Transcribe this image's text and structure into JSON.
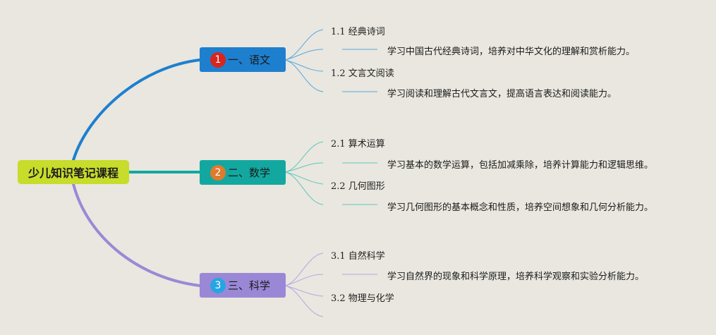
{
  "root": {
    "label": "少儿知识笔记课程",
    "color": "#c7dc2b"
  },
  "branches": [
    {
      "label": "一、语文",
      "number": "1",
      "box_color": "#1e7fcf",
      "badge_color": "#d7261e",
      "line_color": "#1e7fcf",
      "leaf_color": "#5aa7e0",
      "topics": [
        {
          "title": "1.1 经典诗词",
          "desc": "学习中国古代经典诗词，培养对中华文化的理解和赏析能力。"
        },
        {
          "title": "1.2 文言文阅读",
          "desc": "学习阅读和理解古代文言文，提高语言表达和阅读能力。"
        }
      ]
    },
    {
      "label": "二、数学",
      "number": "2",
      "box_color": "#12a8a0",
      "badge_color": "#e07a2c",
      "line_color": "#12a8a0",
      "leaf_color": "#5fc7bf",
      "topics": [
        {
          "title": "2.1 算术运算",
          "desc": "学习基本的数学运算，包括加减乘除，培养计算能力和逻辑思维。"
        },
        {
          "title": "2.2 几何图形",
          "desc": "学习几何图形的基本概念和性质，培养空间想象和几何分析能力。"
        }
      ]
    },
    {
      "label": "三、科学",
      "number": "3",
      "box_color": "#9a88d6",
      "badge_color": "#27a5e3",
      "line_color": "#9a88d6",
      "leaf_color": "#b3a6e2",
      "topics": [
        {
          "title": "3.1 自然科学",
          "desc": "学习自然界的现象和科学原理，培养科学观察和实验分析能力。"
        },
        {
          "title": "3.2 物理与化学",
          "desc": ""
        }
      ]
    }
  ]
}
